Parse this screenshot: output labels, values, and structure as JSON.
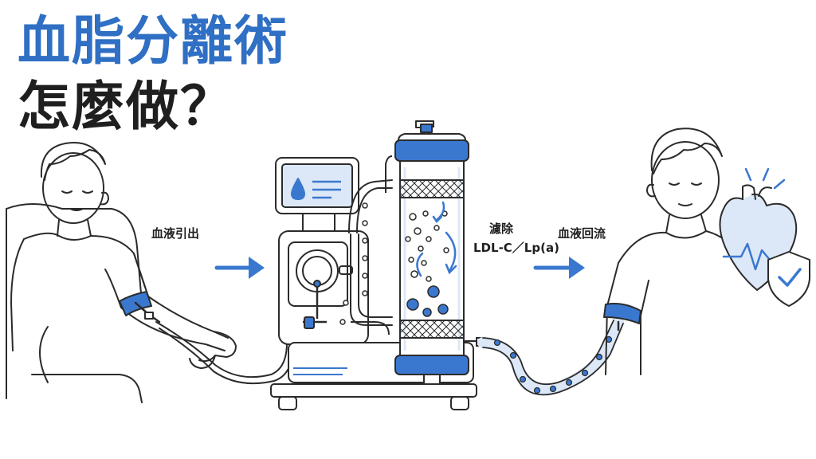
{
  "title": {
    "line1": "血脂分離術",
    "line2": "怎麼做？"
  },
  "steps": {
    "draw": "血液引出",
    "remove_title": "濾除",
    "remove_target": "LDL-C／Lp(a)",
    "return": "血液回流"
  },
  "colors": {
    "accent": "#3a78cf",
    "ink": "#2b2b2b",
    "light_blue": "#dce8f7"
  }
}
